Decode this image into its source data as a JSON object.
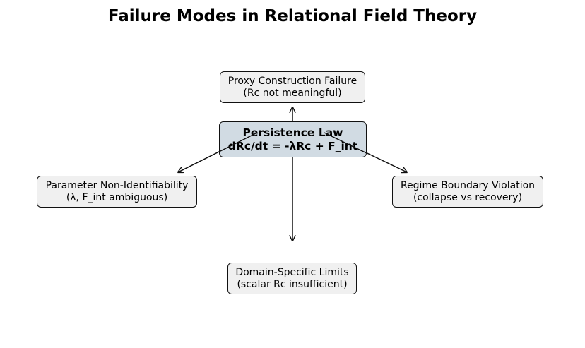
{
  "title": "Failure Modes in Relational Field Theory",
  "center": {
    "line1": "Persistence Law",
    "line2": "dRc/dt = -λRc + F_int"
  },
  "nodes": {
    "top": {
      "line1": "Proxy Construction Failure",
      "line2": "(Rc not meaningful)"
    },
    "left": {
      "line1": "Parameter Non-Identifiability",
      "line2": "(λ, F_int ambiguous)"
    },
    "right": {
      "line1": "Regime Boundary Violation",
      "line2": "(collapse vs recovery)"
    },
    "bottom": {
      "line1": "Domain-Specific Limits",
      "line2": "(scalar Rc insufficient)"
    }
  },
  "colors": {
    "center_fill": "#d1dbe3",
    "node_fill": "#f0f0f0",
    "stroke": "#111111"
  }
}
